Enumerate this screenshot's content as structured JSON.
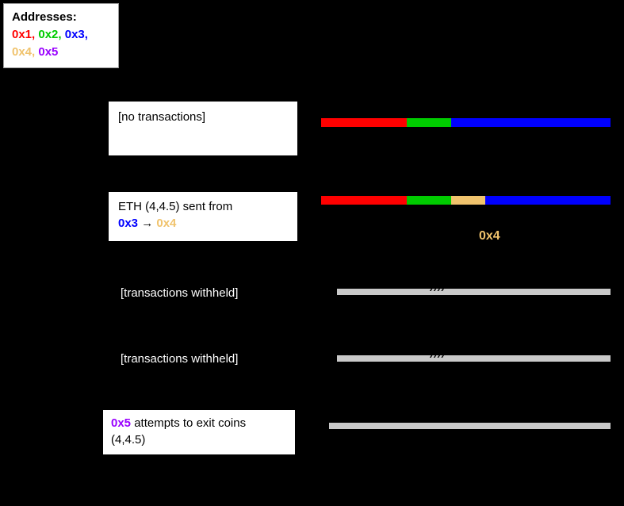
{
  "legend": {
    "title": "Addresses:",
    "items": [
      {
        "text": "0x1,",
        "color": "#ff0000"
      },
      {
        "text": "0x2,",
        "color": "#00cc00"
      },
      {
        "text": "0x3,",
        "color": "#0000ff"
      },
      {
        "text": "0x4,",
        "color": "#f0c36d"
      },
      {
        "text": "0x5",
        "color": "#9900ff"
      }
    ]
  },
  "rows": {
    "row1": {
      "label": "[no transactions]"
    },
    "row2": {
      "line1": "ETH (4,4.5) sent from",
      "from": "0x3",
      "arrow": " → ",
      "to": "0x4"
    },
    "row3": {
      "label": "[transactions withheld]"
    },
    "row4": {
      "label": "[transactions withheld]"
    },
    "row5": {
      "actor": "0x5",
      "line1_rest": " attempts to exit coins",
      "line2": "(4,4.5)"
    }
  },
  "bars": {
    "bar1": {
      "segments": [
        {
          "owner": "0x1",
          "color": "#ff0000",
          "frac": 0.296
        },
        {
          "owner": "0x2",
          "color": "#00cc00",
          "frac": 0.152
        },
        {
          "owner": "0x3",
          "color": "#0000ff",
          "frac": 0.552
        }
      ]
    },
    "bar2": {
      "segments": [
        {
          "owner": "0x1",
          "color": "#ff0000",
          "frac": 0.296
        },
        {
          "owner": "0x2",
          "color": "#00cc00",
          "frac": 0.152
        },
        {
          "owner": "0x4",
          "color": "#f0c36d",
          "frac": 0.118
        },
        {
          "owner": "0x3",
          "color": "#0000ff",
          "frac": 0.434
        }
      ]
    },
    "bar3": {
      "color": "#c9c9c9",
      "marks": "⁄⁄⁄⁄"
    },
    "bar4": {
      "color": "#c9c9c9",
      "marks": "⁄⁄⁄⁄"
    },
    "bar5": {
      "color": "#c9c9c9"
    }
  },
  "annotations": {
    "coin_owner_label": "0x4"
  }
}
